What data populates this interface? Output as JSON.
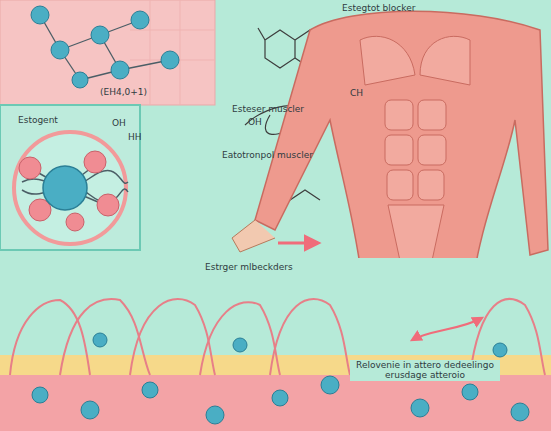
{
  "diagram": {
    "nodes": [
      {
        "text": [
          "(EH4,0+1)"
        ]
      },
      {
        "text": [
          "Estogent"
        ]
      },
      {
        "text": [
          "Relovenie in attero dedeelingo erusdage atteroio"
        ]
      }
    ],
    "labels": [
      "Estegtot blocker",
      "Esteser muscler",
      "OH",
      "Eatotronpol muscler",
      "Estrger mlbeckders",
      "OH",
      "HH",
      "CH"
    ]
  }
}
